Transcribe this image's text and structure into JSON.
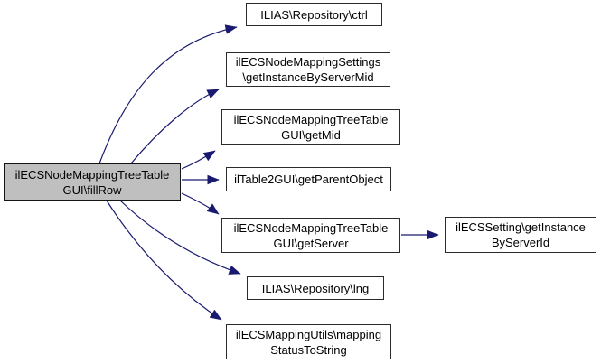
{
  "diagram": {
    "kind": "doxygen-call-graph",
    "background_color": "#ffffff",
    "edge_color": "#191970",
    "node_border_color": "#2b2b2b",
    "node_fill_color": "#ffffff",
    "highlight_fill_color": "#bfbfbf",
    "text_color": "#000000"
  },
  "nodes": [
    {
      "id": "fillRow",
      "line1": "ilECSNodeMappingTreeTable",
      "line2": "GUI\\fillRow",
      "highlighted": true
    },
    {
      "id": "ctrl",
      "line1": "ILIAS\\Repository\\ctrl",
      "highlighted": false
    },
    {
      "id": "getInstanceByServerMid",
      "line1": "ilECSNodeMappingSettings",
      "line2": "\\getInstanceByServerMid",
      "highlighted": false
    },
    {
      "id": "getMid",
      "line1": "ilECSNodeMappingTreeTable",
      "line2": "GUI\\getMid",
      "highlighted": false
    },
    {
      "id": "getParentObject",
      "line1": "ilTable2GUI\\getParentObject",
      "highlighted": false
    },
    {
      "id": "getServer",
      "line1": "ilECSNodeMappingTreeTable",
      "line2": "GUI\\getServer",
      "highlighted": false
    },
    {
      "id": "getInstanceByServerId",
      "line1": "ilECSSetting\\getInstance",
      "line2": "ByServerId",
      "highlighted": false
    },
    {
      "id": "lng",
      "line1": "ILIAS\\Repository\\lng",
      "highlighted": false
    },
    {
      "id": "mappingStatusToString",
      "line1": "ilECSMappingUtils\\mapping",
      "line2": "StatusToString",
      "highlighted": false
    }
  ],
  "edges": [
    {
      "from": "fillRow",
      "to": "ctrl"
    },
    {
      "from": "fillRow",
      "to": "getInstanceByServerMid"
    },
    {
      "from": "fillRow",
      "to": "getMid"
    },
    {
      "from": "fillRow",
      "to": "getParentObject"
    },
    {
      "from": "fillRow",
      "to": "getServer"
    },
    {
      "from": "fillRow",
      "to": "lng"
    },
    {
      "from": "fillRow",
      "to": "mappingStatusToString"
    },
    {
      "from": "getServer",
      "to": "getInstanceByServerId"
    }
  ]
}
